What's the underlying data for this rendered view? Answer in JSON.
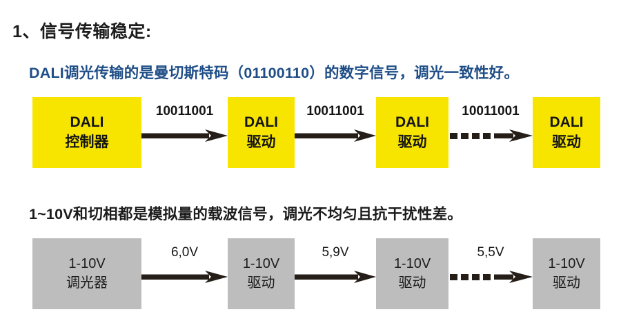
{
  "page": {
    "background": "#ffffff",
    "title": "1、信号传输稳定:"
  },
  "colors": {
    "dali_box": "#f7e500",
    "analog_box": "#bdbdbd",
    "blue_text": "#1f4e87",
    "dark_text": "#1c1c1c",
    "arrow": "#241d18"
  },
  "dali_section": {
    "description": "DALI调光传输的是曼切斯特码（01100110）的数字信号，调光一致性好。",
    "nodes": [
      {
        "line1": "DALI",
        "line2": "控制器"
      },
      {
        "line1": "DALI",
        "line2": "驱动"
      },
      {
        "line1": "DALI",
        "line2": "驱动"
      },
      {
        "line1": "DALI",
        "line2": "驱动"
      }
    ],
    "connectors": [
      {
        "label": "10011001",
        "style": "solid"
      },
      {
        "label": "10011001",
        "style": "solid"
      },
      {
        "label": "10011001",
        "style": "dashed"
      }
    ]
  },
  "analog_section": {
    "description": "1~10V和切相都是模拟量的载波信号，调光不均匀且抗干扰性差。",
    "nodes": [
      {
        "line1": "1-10V",
        "line2": "调光器"
      },
      {
        "line1": "1-10V",
        "line2": "驱动"
      },
      {
        "line1": "1-10V",
        "line2": "驱动"
      },
      {
        "line1": "1-10V",
        "line2": "驱动"
      }
    ],
    "connectors": [
      {
        "label": "6,0V",
        "style": "solid"
      },
      {
        "label": "5,9V",
        "style": "solid"
      },
      {
        "label": "5,5V",
        "style": "dashed"
      }
    ]
  }
}
